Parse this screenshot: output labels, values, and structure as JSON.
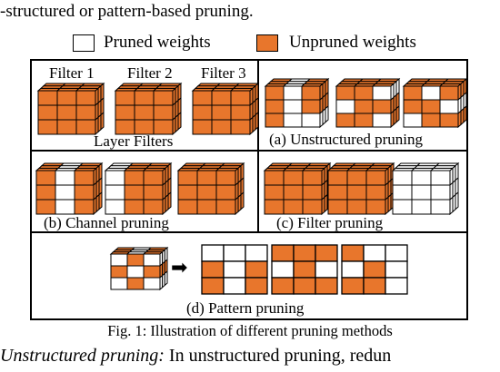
{
  "top_text": "-structured or pattern-based pruning.",
  "legend": {
    "pruned_label": "Pruned weights",
    "unpruned_label": "Unpruned weights",
    "pruned_color": "#ffffff",
    "unpruned_color": "#e8762c"
  },
  "panels": {
    "layer_filters": {
      "filter_labels": [
        "Filter 1",
        "Filter 2",
        "Filter 3"
      ],
      "caption": "Layer Filters"
    },
    "unstructured": {
      "caption": "(a) Unstructured pruning"
    },
    "channel": {
      "caption": "(b) Channel pruning"
    },
    "filter": {
      "caption": "(c) Filter pruning"
    },
    "pattern": {
      "caption": "(d) Pattern pruning",
      "arrow": "➡"
    }
  },
  "figure_caption": "Fig. 1: Illustration of different pruning methods",
  "body_text": {
    "italic_part": "Unstructured pruning:",
    "rest": " In unstructured pruning, redun"
  }
}
